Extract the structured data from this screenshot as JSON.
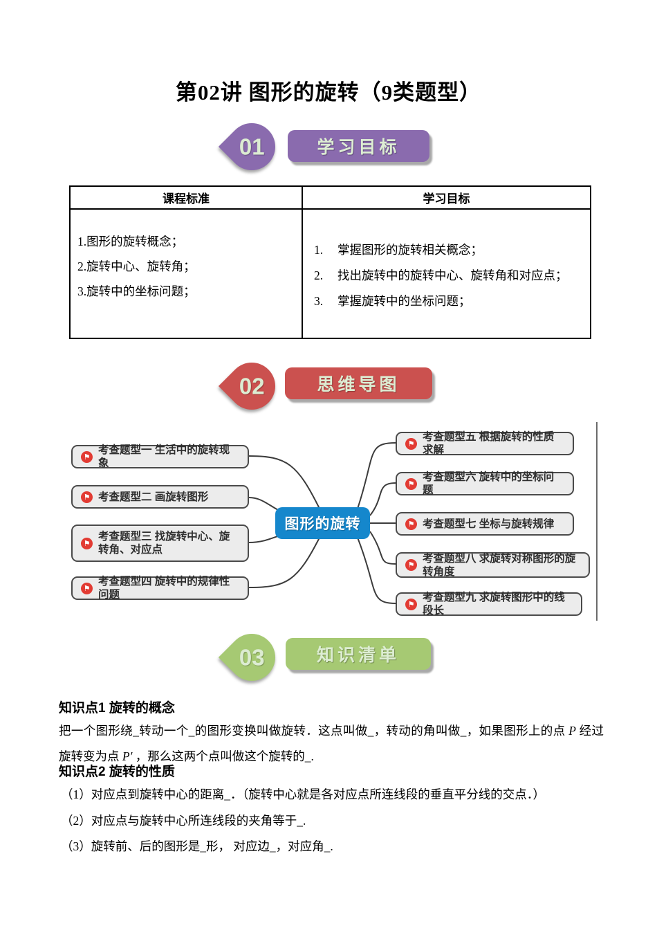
{
  "page_title": "第02讲 图形的旋转（9类题型）",
  "section1": {
    "num": "01",
    "label": "学习目标"
  },
  "section2": {
    "num": "02",
    "label": "思维导图"
  },
  "section3": {
    "num": "03",
    "label": "知识清单"
  },
  "table": {
    "header_left": "课程标准",
    "header_right": "学习目标",
    "left_items": [
      "1.图形的旋转概念；",
      "2.旋转中心、旋转角；",
      "3.旋转中的坐标问题；"
    ],
    "right_items": [
      {
        "num": "1.",
        "text": "掌握图形的旋转相关概念；"
      },
      {
        "num": "2.",
        "text": "找出旋转中的旋转中心、旋转角和对应点；"
      },
      {
        "num": "3.",
        "text": "掌握旋转中的坐标问题；"
      }
    ]
  },
  "mindmap": {
    "center": "图形的旋转",
    "left_nodes": [
      {
        "label": "考查题型一 生活中的旋转现象"
      },
      {
        "label": "考查题型二 画旋转图形"
      },
      {
        "label": "考查题型三 找旋转中心、旋转角、对应点"
      },
      {
        "label": "考查题型四 旋转中的规律性问题"
      }
    ],
    "right_nodes": [
      {
        "label": "考查题型五 根据旋转的性质求解"
      },
      {
        "label": "考查题型六 旋转中的坐标问题"
      },
      {
        "label": "考查题型七 坐标与旋转规律"
      },
      {
        "label": "考查题型八 求旋转对称图形的旋转角度"
      },
      {
        "label": "考查题型九 求旋转图形中的线段长"
      }
    ]
  },
  "knowledge": {
    "point1_heading": "知识点1 旋转的概念",
    "point1_seg1": "把一个图形绕_转动一个_的图形变换叫做旋转．这点叫做_，转动的角叫做_，如果图形上的点",
    "point1_p": "P",
    "point1_seg2": "经过旋转变为点",
    "point1_p2": "P′",
    "point1_seg3": "，那么这两个点叫做这个旋转的_.",
    "point2_heading": "知识点2 旋转的性质",
    "point2_items": [
      "（1）对应点到旋转中心的距离_．（旋转中心就是各对应点所连线段的垂直平分线的交点．）",
      "（2）对应点与旋转中心所连线段的夹角等于_.",
      "（3）旋转前、后的图形是_形， 对应边_，对应角_."
    ]
  },
  "colors": {
    "purple": "#8a6bae",
    "red": "#cb514f",
    "green": "#a6c973",
    "center_blue": "#1587cc",
    "node_bg": "#ececec",
    "node_border": "#4a4a4a",
    "flag_red": "#e23b33",
    "badge_text": "#dcecd2"
  }
}
